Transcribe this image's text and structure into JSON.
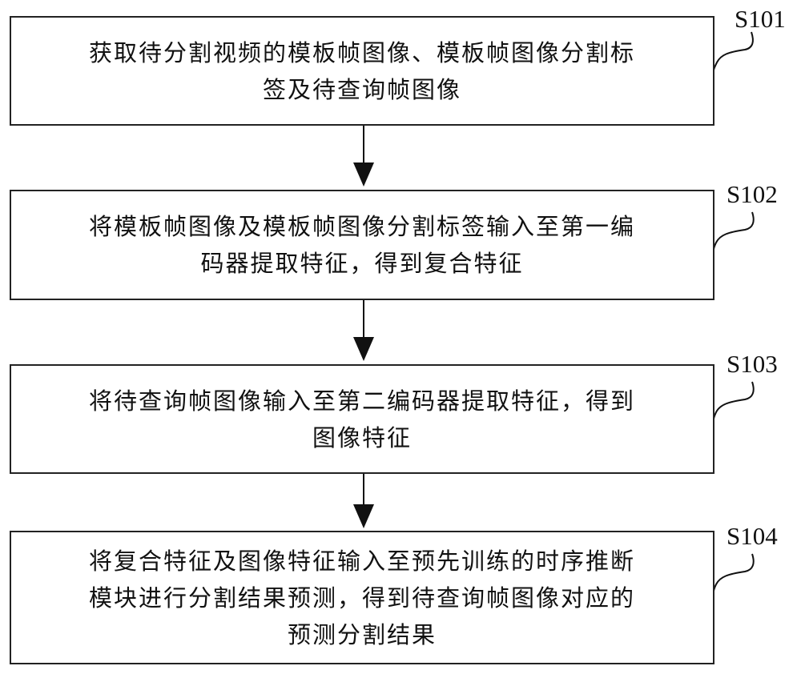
{
  "steps": [
    {
      "id": "S101",
      "lines": [
        "获取待分割视频的模板帧图像、模板帧图像分割标",
        "签及待查询帧图像"
      ]
    },
    {
      "id": "S102",
      "lines": [
        "将模板帧图像及模板帧图像分割标签输入至第一编",
        "码器提取特征，得到复合特征"
      ]
    },
    {
      "id": "S103",
      "lines": [
        "将待查询帧图像输入至第二编码器提取特征，得到",
        "图像特征"
      ]
    },
    {
      "id": "S104",
      "lines": [
        "将复合特征及图像特征输入至预先训练的时序推断",
        "模块进行分割结果预测，得到待查询帧图像对应的",
        "预测分割结果"
      ]
    }
  ]
}
